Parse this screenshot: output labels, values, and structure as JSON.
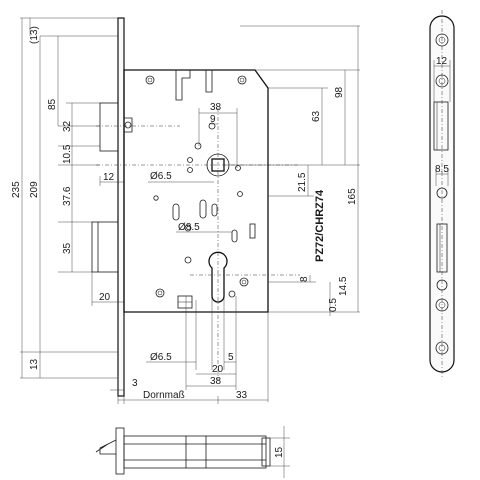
{
  "dimensions": {
    "d13_top": "(13)",
    "d85": "85",
    "d32": "32",
    "d10_5": "10.5",
    "d37_6": "37.6",
    "d35": "35",
    "d13_bottom": "13",
    "d235": "235",
    "d209": "209",
    "d12_left": "12",
    "d20_left": "20",
    "d38_top": "38",
    "d9": "9",
    "d6_5_top": "Ø6.5",
    "d8_5_mid": "Ø8.5",
    "d98": "98",
    "d63": "63",
    "d21_5": "21.5",
    "d165": "165",
    "d8": "8",
    "d14_5": "14.5",
    "d0_5": "0.5",
    "d6_5_bottom": "Ø6.5",
    "d5": "5",
    "d20_bottom": "20",
    "d38_bottom": "38",
    "d3": "3",
    "d33": "33",
    "dornmass": "Dornmaß",
    "d12_plate": "12",
    "d8_5_plate": "8.5",
    "d15": "15"
  },
  "labels": {
    "model": "PZ72/CHRZ74"
  }
}
